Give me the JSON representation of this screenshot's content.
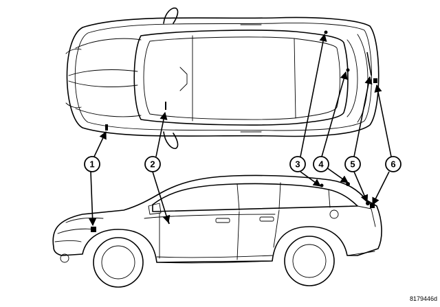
{
  "figure_ref": "8179446d",
  "callouts": [
    {
      "label": "1"
    },
    {
      "label": "2"
    },
    {
      "label": "3"
    },
    {
      "label": "4"
    },
    {
      "label": "5"
    },
    {
      "label": "6"
    }
  ]
}
